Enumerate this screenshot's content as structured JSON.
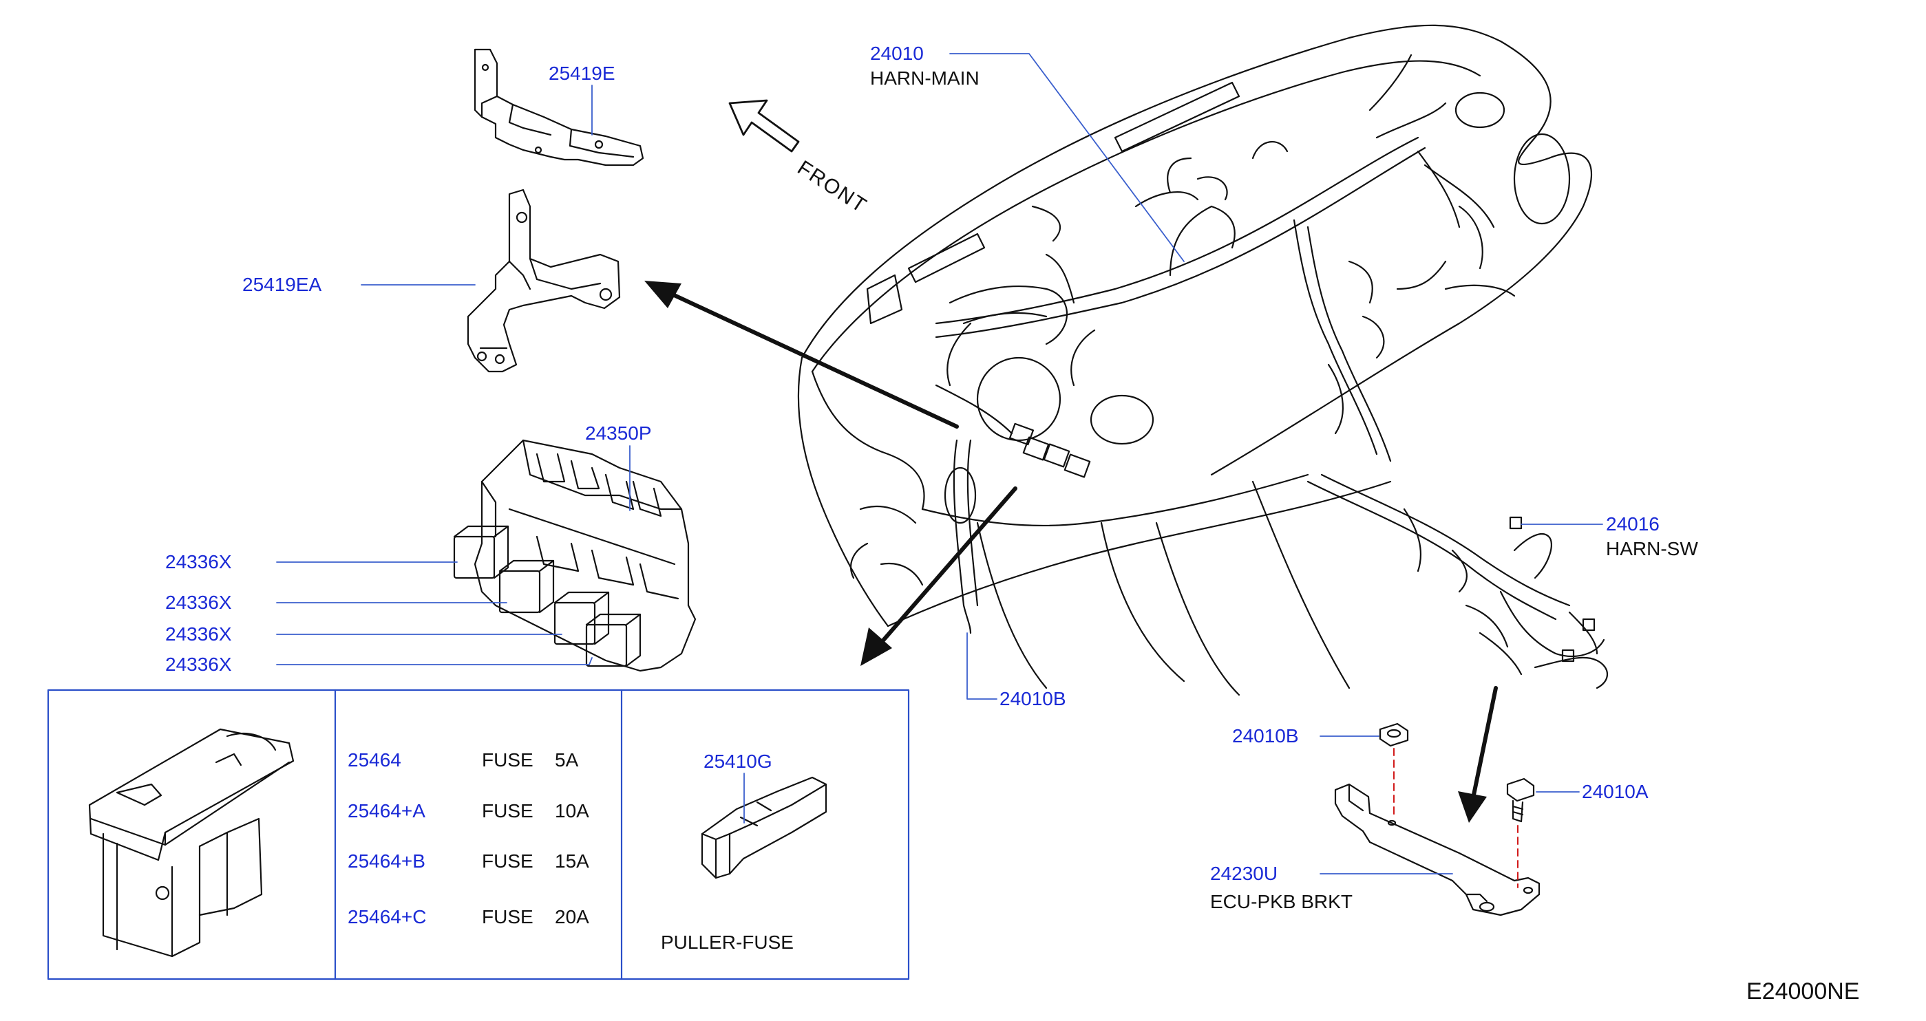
{
  "diagram": {
    "code": "E24000NE",
    "front_label": "FRONT",
    "callouts": [
      {
        "id": "c-24010",
        "part": "24010",
        "name": "HARN-MAIN"
      },
      {
        "id": "c-25419E",
        "part": "25419E",
        "name": ""
      },
      {
        "id": "c-25419EA",
        "part": "25419EA",
        "name": ""
      },
      {
        "id": "c-24350P",
        "part": "24350P",
        "name": ""
      },
      {
        "id": "c-24336X-1",
        "part": "24336X",
        "name": ""
      },
      {
        "id": "c-24336X-2",
        "part": "24336X",
        "name": ""
      },
      {
        "id": "c-24336X-3",
        "part": "24336X",
        "name": ""
      },
      {
        "id": "c-24336X-4",
        "part": "24336X",
        "name": ""
      },
      {
        "id": "c-24016",
        "part": "24016",
        "name": "HARN-SW"
      },
      {
        "id": "c-24010B-a",
        "part": "24010B",
        "name": ""
      },
      {
        "id": "c-24010B-b",
        "part": "24010B",
        "name": ""
      },
      {
        "id": "c-24010A",
        "part": "24010A",
        "name": ""
      },
      {
        "id": "c-24230U",
        "part": "24230U",
        "name": "ECU-PKB  BRKT"
      }
    ],
    "fuse_table": {
      "rows": [
        {
          "part": "25464",
          "desc": "FUSE",
          "rating": "5A"
        },
        {
          "part": "25464+A",
          "desc": "FUSE",
          "rating": "10A"
        },
        {
          "part": "25464+B",
          "desc": "FUSE",
          "rating": "15A"
        },
        {
          "part": "25464+C",
          "desc": "FUSE",
          "rating": "20A"
        }
      ],
      "puller_part": "25410G",
      "puller_name": "PULLER-FUSE"
    }
  },
  "colors": {
    "callout_text": "#1a2ad6",
    "leader_line": "#3a5fcd",
    "drawing_line": "#111111",
    "table_border": "#2b4fc9",
    "hidden_line": "#d11a1a"
  }
}
